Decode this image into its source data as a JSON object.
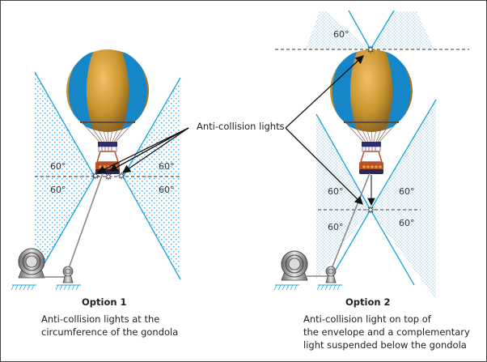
{
  "callout": {
    "label": "Anti-collision lights"
  },
  "angle_label": "60°",
  "options": [
    {
      "title": "Option 1",
      "description_lines": [
        "Anti-collision lights at the",
        "circumference of the gondola"
      ],
      "angles": [
        "60°",
        "60°",
        "60°",
        "60°"
      ]
    },
    {
      "title": "Option 2",
      "description_lines": [
        "Anti-collision light on top of",
        "the envelope and a complementary",
        "light suspended below the gondola"
      ],
      "angles_top": [
        "60°"
      ],
      "angles_bottom": [
        "60°",
        "60°",
        "60°",
        "60°"
      ]
    }
  ],
  "colors": {
    "beam_line": "#1aa3e0",
    "beam_dots": "#4fb3e8",
    "balloon_blue": "#1587c9",
    "balloon_gold": "#c8952e",
    "gondola": "#b5502b",
    "gondola_dark": "#2a2a52",
    "basket_ring": "#2e2e6e",
    "arrow": "#111111",
    "ground_hatch": "#1aa3e0",
    "winch": "#9a9a9a"
  }
}
